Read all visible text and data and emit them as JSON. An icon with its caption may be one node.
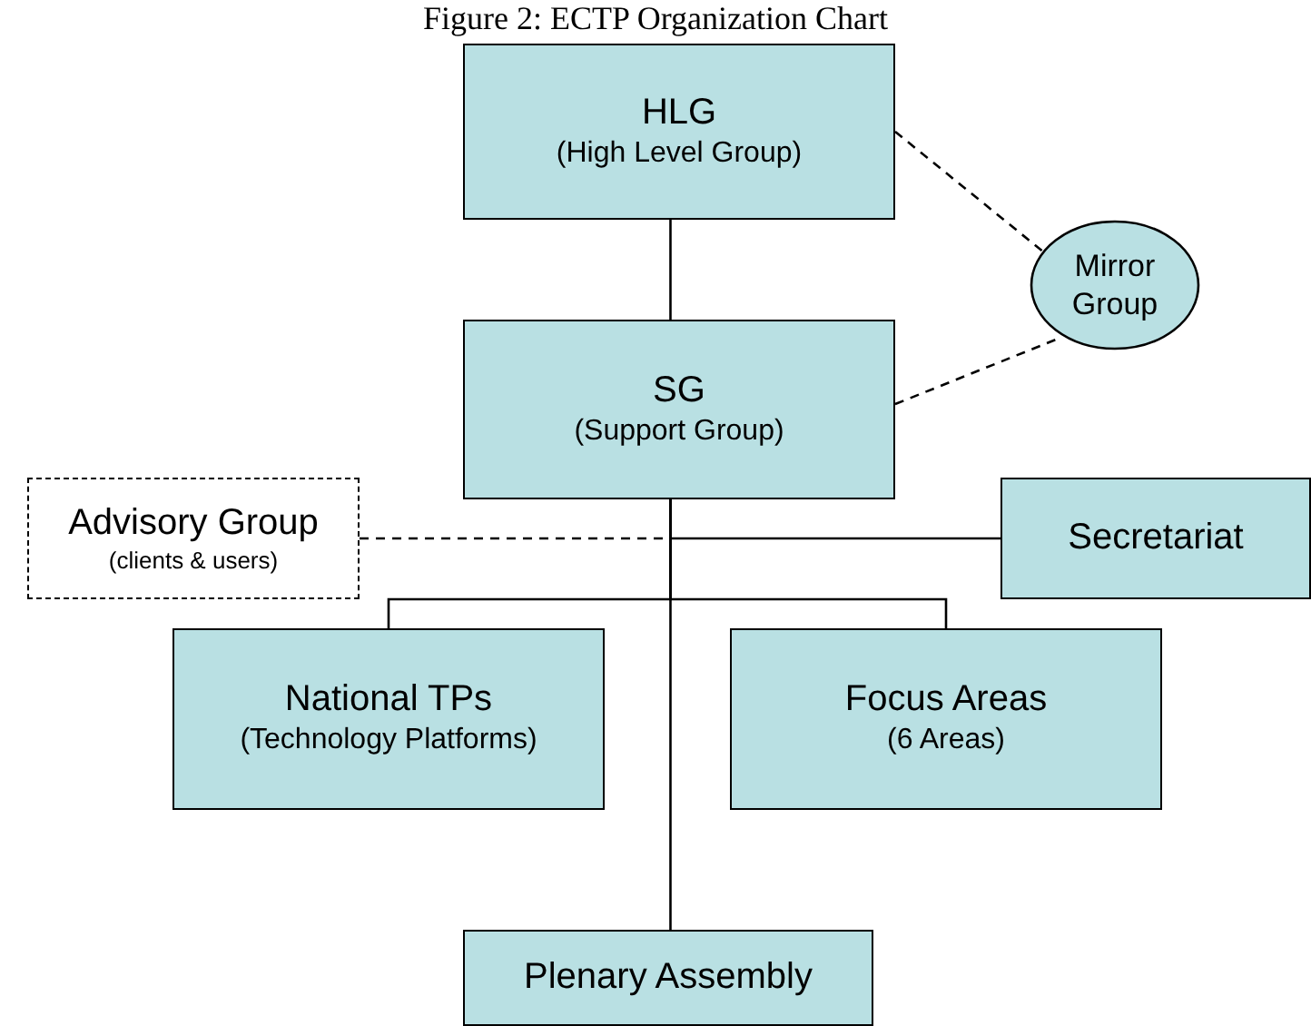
{
  "diagram": {
    "title": "Figure 2: ECTP Organization Chart",
    "nodes": [
      {
        "text": [
          "HLG",
          "(High Level Group)"
        ]
      },
      {
        "text": [
          "Mirror Group"
        ]
      },
      {
        "text": [
          "SG",
          "(Support Group)"
        ]
      },
      {
        "text": [
          "Advisory Group",
          "(clients & users)"
        ]
      },
      {
        "text": [
          "Secretariat"
        ]
      },
      {
        "text": [
          "National TPs",
          "(Technology Platforms)"
        ]
      },
      {
        "text": [
          "Focus Areas",
          "(6 Areas)"
        ]
      },
      {
        "text": [
          "Plenary Assembly"
        ]
      }
    ],
    "edges": [
      {
        "from": 0,
        "to": 2,
        "arrow": "none"
      },
      {
        "from": 0,
        "to": 1,
        "arrow": "none",
        "style": "dashed"
      },
      {
        "from": 2,
        "to": 1,
        "arrow": "none",
        "style": "dashed"
      },
      {
        "from": 3,
        "to": 2,
        "arrow": "none",
        "style": "dashed"
      },
      {
        "from": 2,
        "to": 4,
        "arrow": "none"
      },
      {
        "from": 2,
        "to": 5,
        "arrow": "none"
      },
      {
        "from": 2,
        "to": 6,
        "arrow": "none"
      },
      {
        "from": 2,
        "to": 7,
        "arrow": "none"
      }
    ]
  }
}
